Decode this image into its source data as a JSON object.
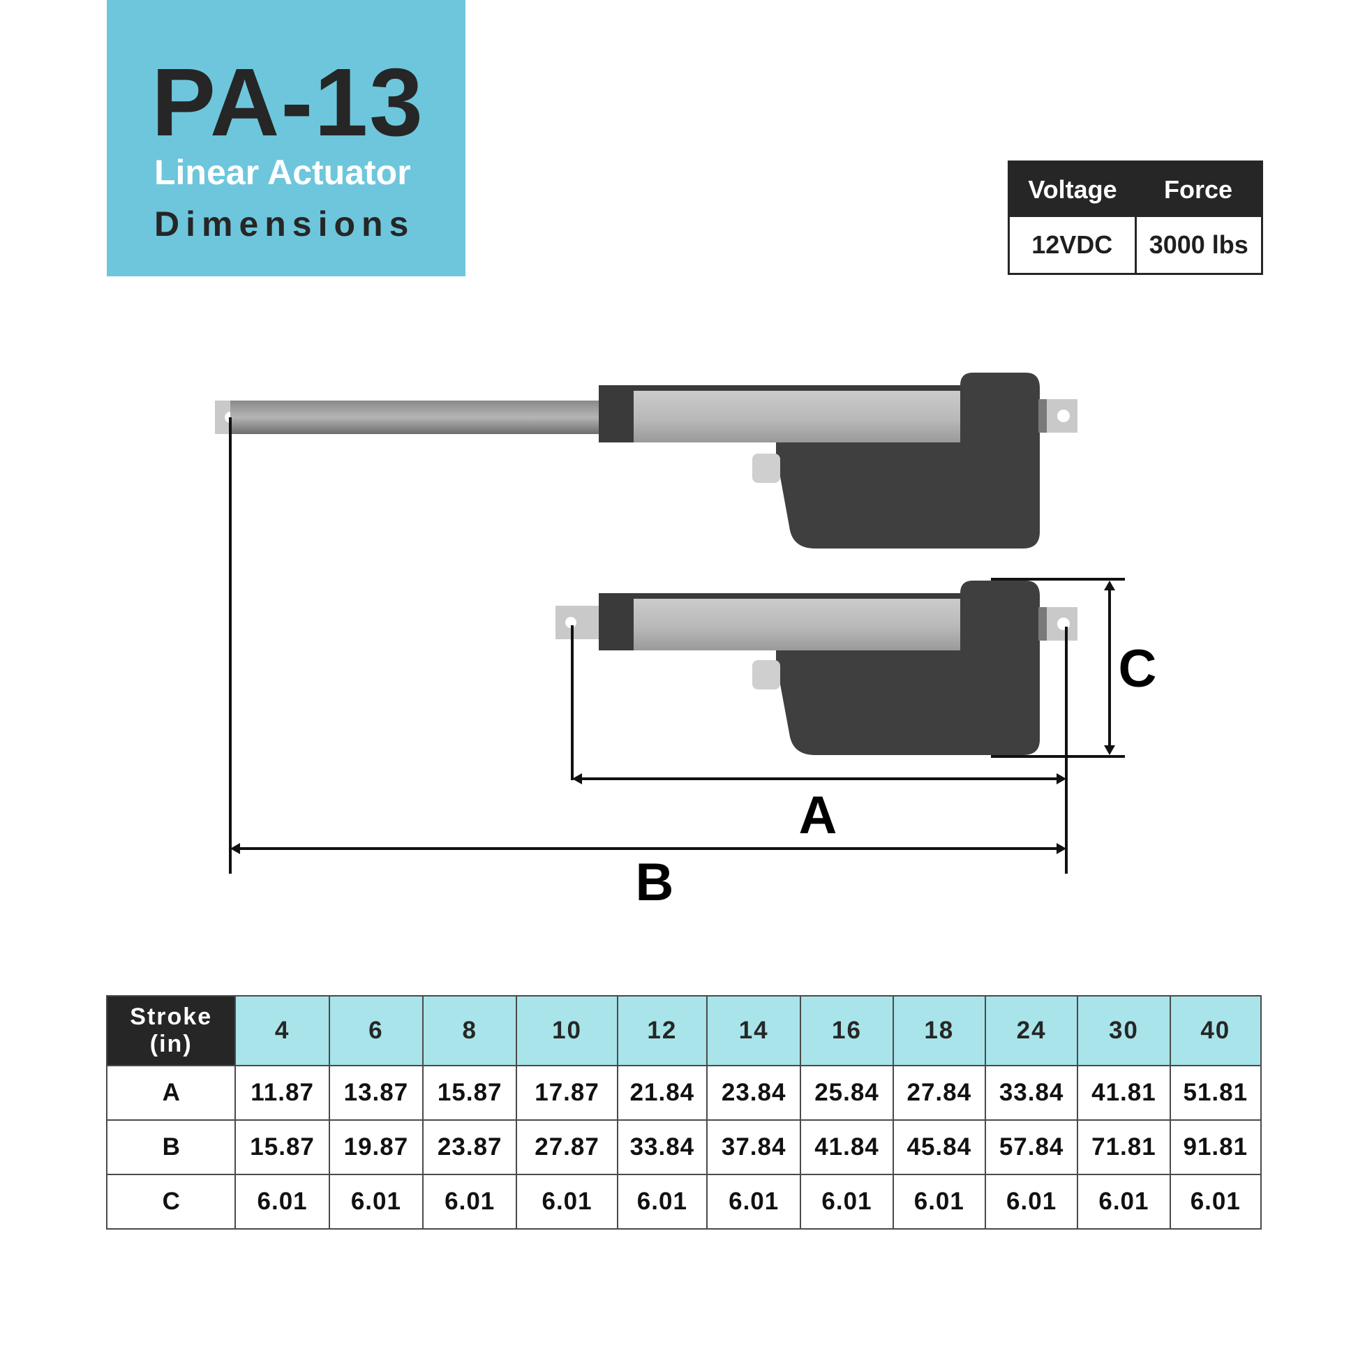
{
  "header": {
    "model": "PA-13",
    "subtitle_line1": "Linear Actuator",
    "subtitle_line2": "Dimensions"
  },
  "spec": {
    "headers": [
      "Voltage",
      "Force"
    ],
    "values": [
      "12VDC",
      "3000 lbs"
    ]
  },
  "diagram": {
    "label_a": "A",
    "label_b": "B",
    "label_c": "C"
  },
  "table": {
    "corner_line1": "Stroke",
    "corner_line2": "(in)",
    "strokes": [
      "4",
      "6",
      "8",
      "10",
      "12",
      "14",
      "16",
      "18",
      "24",
      "30",
      "40"
    ],
    "rows": [
      {
        "label": "A",
        "values": [
          "11.87",
          "13.87",
          "15.87",
          "17.87",
          "21.84",
          "23.84",
          "25.84",
          "27.84",
          "33.84",
          "41.81",
          "51.81"
        ]
      },
      {
        "label": "B",
        "values": [
          "15.87",
          "19.87",
          "23.87",
          "27.87",
          "33.84",
          "37.84",
          "41.84",
          "45.84",
          "57.84",
          "71.81",
          "91.81"
        ]
      },
      {
        "label": "C",
        "values": [
          "6.01",
          "6.01",
          "6.01",
          "6.01",
          "6.01",
          "6.01",
          "6.01",
          "6.01",
          "6.01",
          "6.01",
          "6.01"
        ]
      }
    ]
  },
  "colors": {
    "accent": "#6ec6dc",
    "table_header": "#a8e4e9",
    "dark": "#262626",
    "actuator_body": "#3f3f3f",
    "actuator_tube": "#b8b8b8"
  }
}
